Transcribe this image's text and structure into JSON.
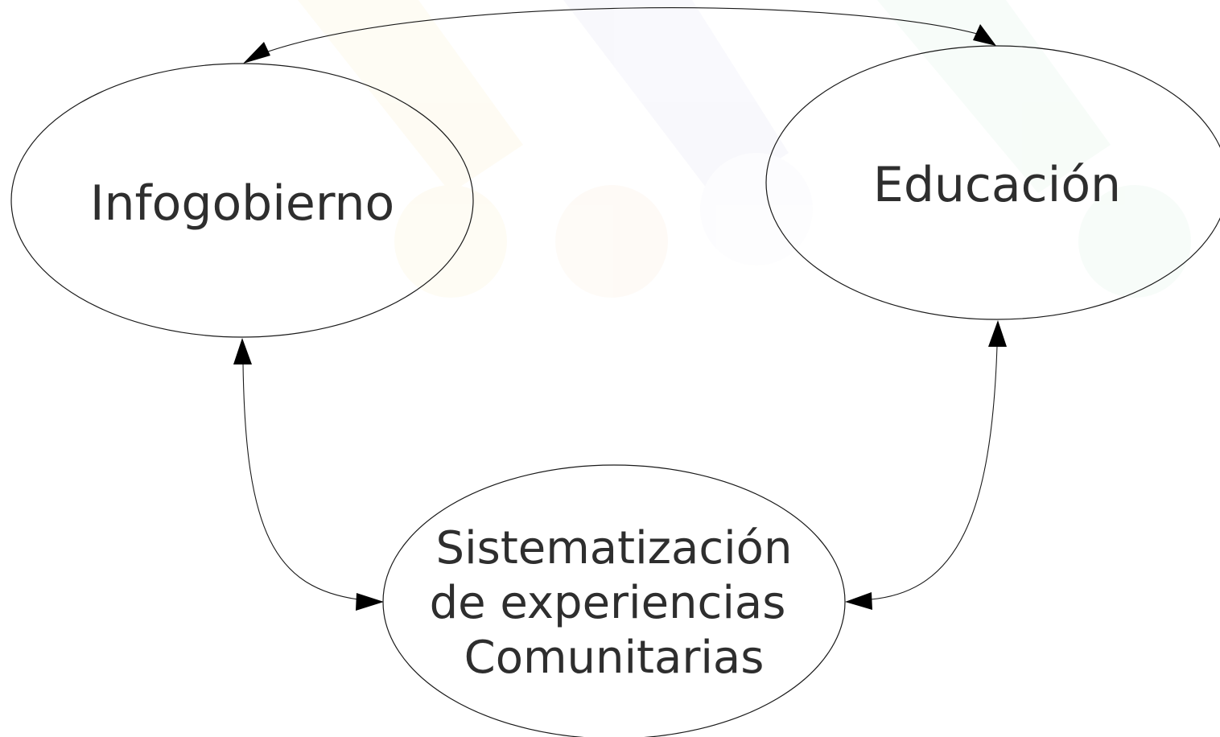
{
  "nodes": {
    "infogobierno": {
      "label": "Infogobierno"
    },
    "educacion": {
      "label": "Educación"
    },
    "sistematizacion": {
      "lines": [
        "Sistematización",
        "de experiencias",
        "Comunitarias"
      ]
    }
  },
  "edges": [
    {
      "from": "Infogobierno",
      "to": "Educación",
      "direction": "both"
    },
    {
      "from": "Infogobierno",
      "to": "Sistematización de experiencias Comunitarias",
      "direction": "both"
    },
    {
      "from": "Educación",
      "to": "Sistematización de experiencias Comunitarias",
      "direction": "both"
    }
  ],
  "colors": {
    "stroke": "#1a1a1a",
    "text": "#2e2e2e",
    "arrow": "#000000",
    "background": "#ffffff"
  }
}
